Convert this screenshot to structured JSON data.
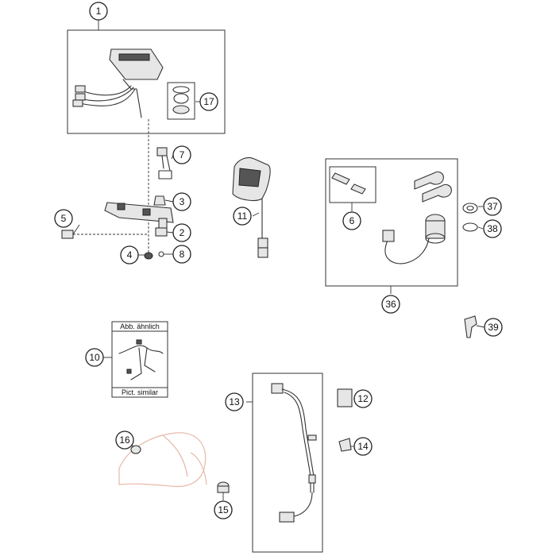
{
  "callouts": [
    "1",
    "2",
    "3",
    "4",
    "5",
    "6",
    "7",
    "8",
    "10",
    "11",
    "12",
    "13",
    "14",
    "15",
    "16",
    "17",
    "36",
    "37",
    "38",
    "39"
  ],
  "box_labels": {
    "top": "Abb. ähnlich",
    "bottom": "Pict. similar"
  },
  "colors": {
    "line": "#333333",
    "background_outline": "#e7b8a8"
  }
}
